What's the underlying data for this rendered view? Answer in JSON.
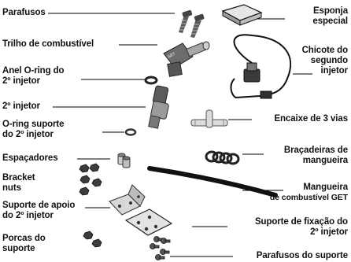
{
  "colors": {
    "ink": "#111111",
    "line": "#000000"
  },
  "labels": {
    "parafusos": "Parafusos",
    "esponja_l1": "Esponja",
    "esponja_l2": "especial",
    "trilho": "Trilho de combustível",
    "chicote_l1": "Chicote do",
    "chicote_l2": "segundo",
    "chicote_l3": "injetor",
    "anel_l1": "Anel O-ring do",
    "anel_l2": "2º injetor",
    "segundo_injetor": "2º injetor",
    "oring_sup_l1": "O-ring suporte",
    "oring_sup_l2": "do 2º injetor",
    "encaixe": "Encaixe de 3 vias",
    "espacadores": "Espaçadores",
    "bracadeiras_l1": "Braçadeiras de",
    "bracadeiras_l2": "mangueira",
    "bracket_l1": "Bracket",
    "bracket_l2": "nuts",
    "mangueira_l1": "Mangueira",
    "mangueira_l2": "de combustível GET",
    "suporte_apoio_l1": "Suporte de apoio",
    "suporte_apoio_l2": "do 2º injetor",
    "suporte_fix_l1": "Suporte de fixação do",
    "suporte_fix_l2": "2º injetor",
    "porcas_l1": "Porcas do",
    "porcas_l2": "suporte",
    "parafusos_suporte": "Parafusos do suporte"
  }
}
